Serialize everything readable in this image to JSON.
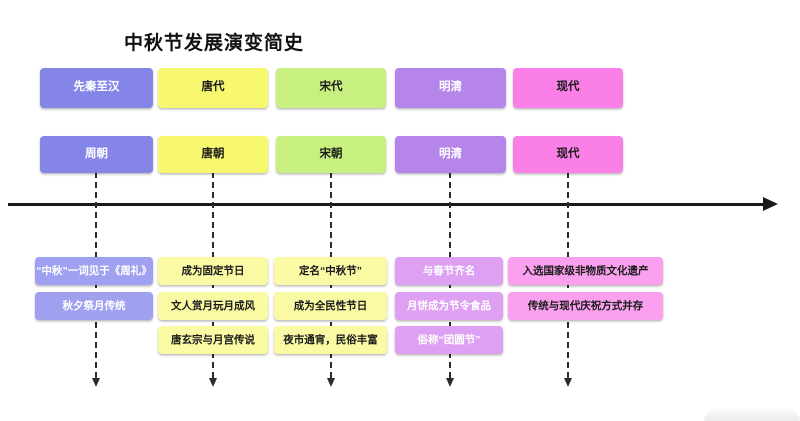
{
  "title": "中秋节发展演变简史",
  "axis": {
    "style": "solid-right-arrow",
    "color": "#1a1a1a"
  },
  "connector": {
    "style": "dashed-down-arrow",
    "color": "#2b2b2b"
  },
  "columns": [
    {
      "era": "先秦至汉",
      "dynasty": "周朝",
      "main_color": "#8585e8",
      "light_color": "#a0a0f0",
      "text_color": "#ffffff",
      "detail_text_color": "#ffffff",
      "details": [
        "“中秋”一词见于《周礼》",
        "秋夕祭月传统"
      ]
    },
    {
      "era": "唐代",
      "dynasty": "唐朝",
      "main_color": "#f8f870",
      "light_color": "#fafaa5",
      "text_color": "#1a1a1a",
      "detail_text_color": "#1a1a1a",
      "details": [
        "成为固定节日",
        "文人赏月玩月成风",
        "唐玄宗与月宫传说"
      ]
    },
    {
      "era": "宋代",
      "dynasty": "宋朝",
      "main_color": "#c8f080",
      "light_color": "#fafaa5",
      "text_color": "#1a1a1a",
      "detail_text_color": "#1a1a1a",
      "details": [
        "定名“中秋节”",
        "成为全民性节日",
        "夜市通宵，民俗丰富"
      ]
    },
    {
      "era": "明清",
      "dynasty": "明清",
      "main_color": "#b585ea",
      "light_color": "#dda0f2",
      "text_color": "#ffffff",
      "detail_text_color": "#ffffff",
      "details": [
        "与春节齐名",
        "月饼成为节令食品",
        "俗称“团圆节”"
      ]
    },
    {
      "era": "现代",
      "dynasty": "现代",
      "main_color": "#fa80e8",
      "light_color": "#faa0ee",
      "text_color": "#1a1a1a",
      "detail_text_color": "#1a1a1a",
      "details": [
        "入选国家级非物质文化遗产",
        "传统与现代庆祝方式并存"
      ]
    }
  ]
}
